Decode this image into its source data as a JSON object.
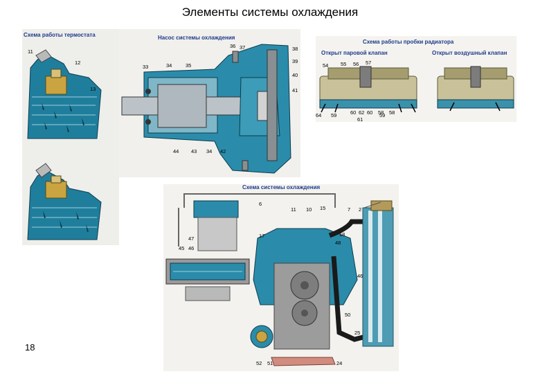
{
  "page": {
    "title": "Элементы системы охлаждения",
    "page_number": "18"
  },
  "panels": {
    "thermostat": {
      "title": "Схема работы термостата",
      "labels": [
        "11",
        "12",
        "13"
      ]
    },
    "pump": {
      "title": "Насос системы охлаждения",
      "labels": [
        "36",
        "37",
        "38",
        "39",
        "40",
        "41",
        "33",
        "34",
        "35",
        "44",
        "43",
        "34",
        "42"
      ]
    },
    "radiator_cap": {
      "title": "Схема работы пробки радиатора",
      "steam_valve_caption": "Открыт паровой клапан",
      "air_valve_caption": "Открыт воздушный клапан",
      "labels": [
        "54",
        "55",
        "56",
        "57",
        "64",
        "59",
        "60",
        "62",
        "60",
        "58",
        "61",
        "59",
        "58"
      ]
    },
    "system": {
      "title": "Схема системы охлаждения",
      "labels": [
        "6",
        "11",
        "10",
        "15",
        "7",
        "2",
        "47",
        "17",
        "18",
        "48",
        "45",
        "46",
        "46",
        "50",
        "25",
        "52",
        "51",
        "24"
      ]
    }
  }
}
